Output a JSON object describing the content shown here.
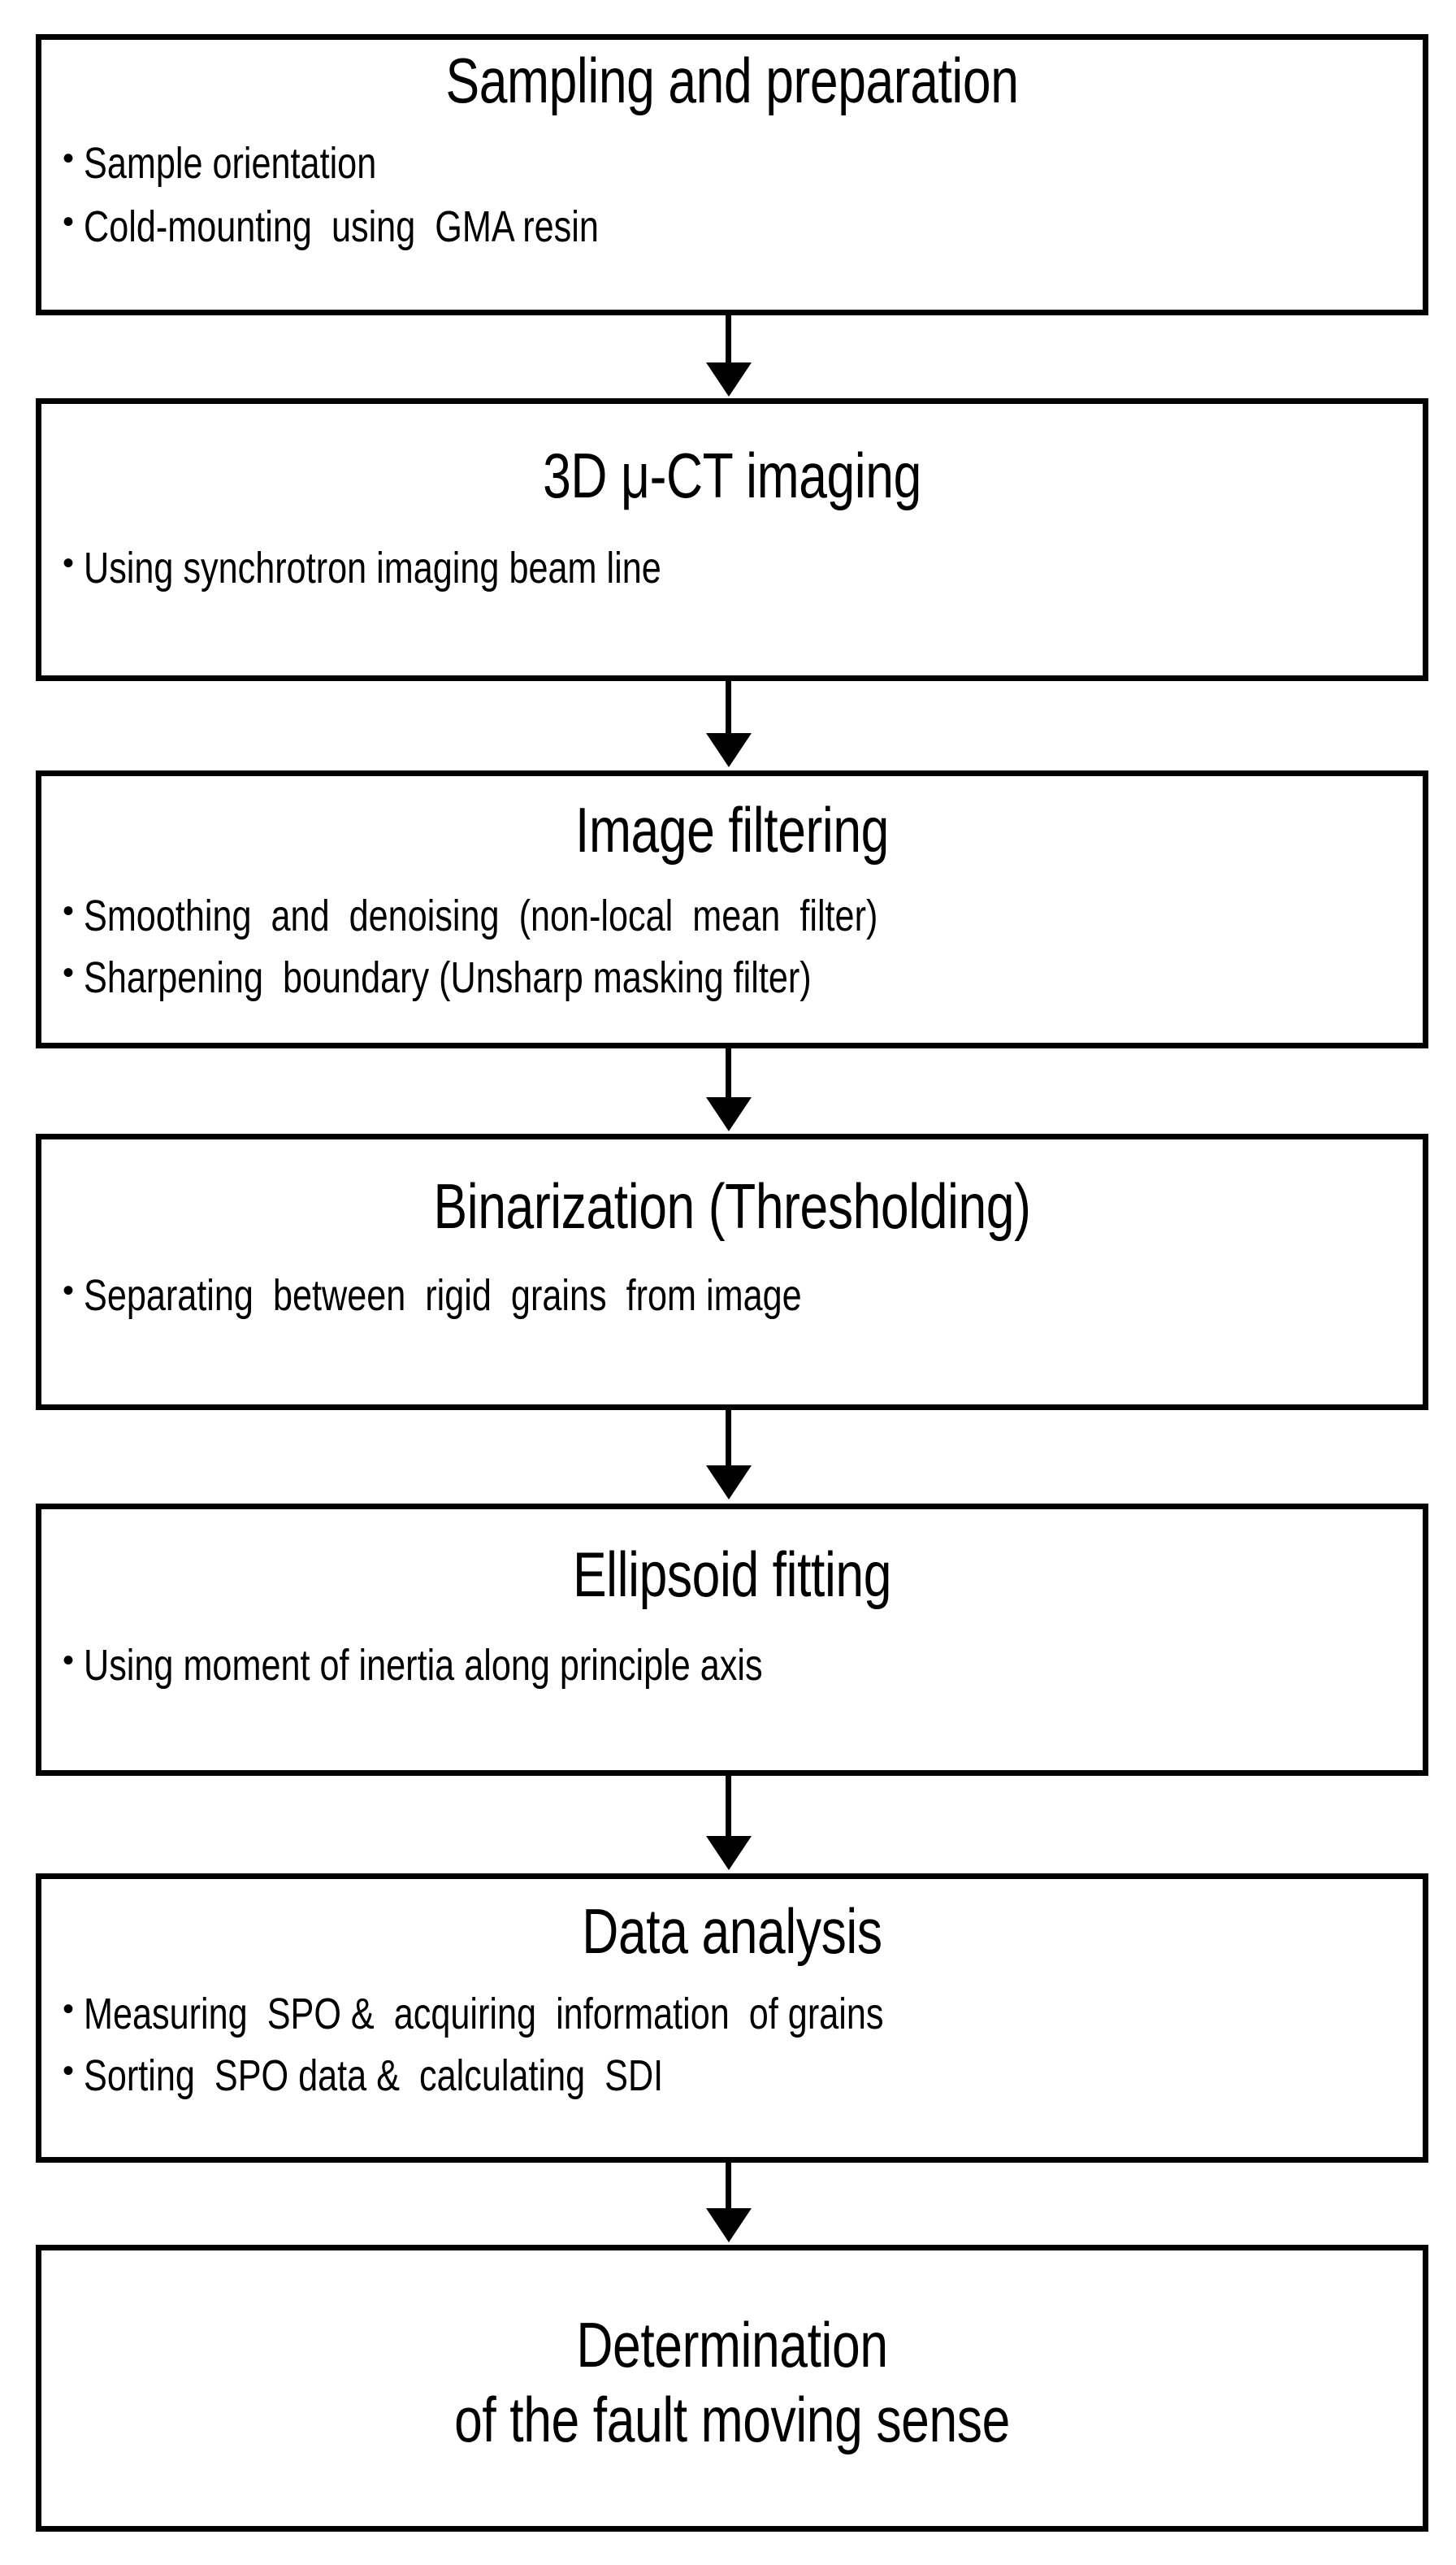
{
  "diagram": {
    "type": "flowchart",
    "orientation": "vertical",
    "background_color": "#ffffff",
    "line_color": "#000000",
    "text_color": "#000000",
    "connector": {
      "shape": "down-arrow",
      "count": 6
    },
    "steps": [
      {
        "id": "step-1",
        "title": "Sampling and preparation",
        "bullets": [
          "Sample orientation",
          "Cold-mounting  using  GMA resin"
        ]
      },
      {
        "id": "step-2",
        "title": "3D μ-CT imaging",
        "bullets": [
          "Using synchrotron imaging beam line"
        ]
      },
      {
        "id": "step-3",
        "title": "Image filtering",
        "bullets": [
          "Smoothing  and  denoising  (non-local  mean  filter)",
          "Sharpening  boundary (Unsharp masking filter)"
        ]
      },
      {
        "id": "step-4",
        "title": "Binarization (Thresholding)",
        "bullets": [
          "Separating  between  rigid  grains  from image"
        ]
      },
      {
        "id": "step-5",
        "title": "Ellipsoid fitting",
        "bullets": [
          "Using moment of inertia along principle axis"
        ]
      },
      {
        "id": "step-6",
        "title": "Data analysis",
        "bullets": [
          "Measuring  SPO &  acquiring  information  of grains",
          "Sorting  SPO data &  calculating  SDI"
        ]
      },
      {
        "id": "step-7",
        "title": "Determination\nof the fault moving sense",
        "bullets": []
      }
    ],
    "bullet_marker": "•"
  }
}
